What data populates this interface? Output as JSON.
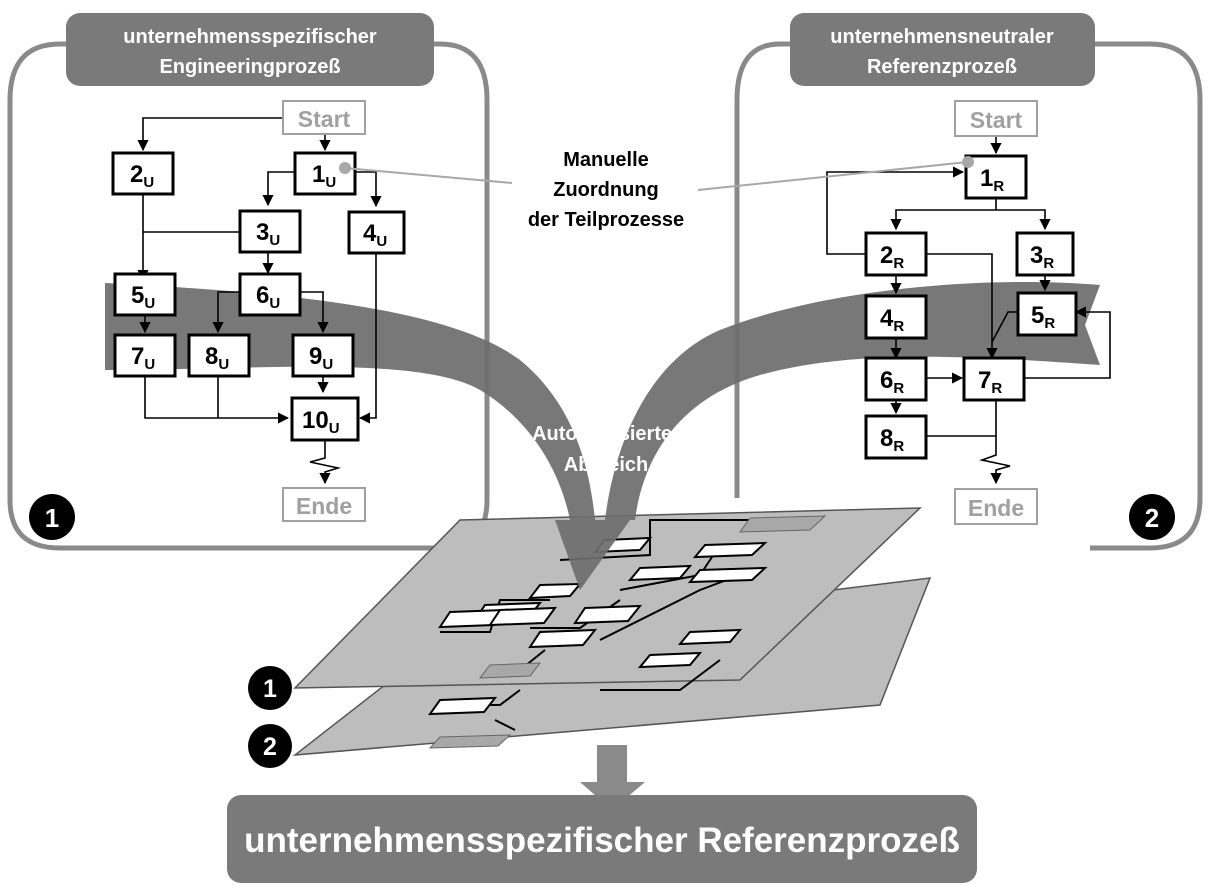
{
  "left_panel": {
    "title_line1": "unternehmensspezifischer",
    "title_line2": "Engineeringprozeß",
    "badge": "1",
    "start": "Start",
    "end": "Ende",
    "subscript": "U",
    "nodes": [
      "1",
      "2",
      "3",
      "4",
      "5",
      "6",
      "7",
      "8",
      "9",
      "10"
    ]
  },
  "right_panel": {
    "title_line1": "unternehmensneutraler",
    "title_line2": "Referenzprozeß",
    "badge": "2",
    "start": "Start",
    "end": "Ende",
    "subscript": "R",
    "nodes": [
      "1",
      "2",
      "3",
      "4",
      "5",
      "6",
      "7",
      "8"
    ]
  },
  "center": {
    "manual_line1": "Manuelle",
    "manual_line2": "Zuordnung",
    "manual_line3": "der Teilprozesse",
    "auto_line1": "Automatisierter",
    "auto_line2": "Abgleich"
  },
  "stack_badges": [
    "1",
    "2"
  ],
  "result_label": "unternehmensspezifischer Referenzprozeß",
  "colors": {
    "banner": "#7a7a7a",
    "arrow": "#6e6e6e",
    "plane": "#bdbdbd",
    "outline": "#808080",
    "muted_text": "#a0a0a0"
  }
}
